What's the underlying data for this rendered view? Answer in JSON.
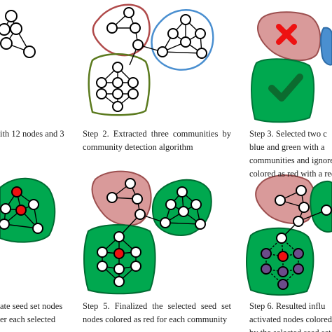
{
  "captions": {
    "step1": {
      "lines": [
        "ith 12 nodes and 3"
      ]
    },
    "step2": {
      "lines": [
        "Step 2. Extracted three communities by",
        "community detection algorithm"
      ]
    },
    "step3": {
      "lines": [
        "Step 3. Selected two c",
        "blue and green with a",
        "communities and ignore",
        "colored as red with a red"
      ]
    },
    "step4": {
      "lines": [
        "ate seed set nodes",
        "er each selected"
      ]
    },
    "step5": {
      "lines": [
        "Step 5. Finalized the selected seed set",
        "nodes colored as red for each community"
      ]
    },
    "step6": {
      "lines": [
        "Step 6. Resulted influ",
        "activated nodes colored",
        "by the selected seed set"
      ]
    }
  },
  "colors": {
    "red_community": "#d99a9a",
    "blue_community": "#4a8fd0",
    "green_community": "#00a84f",
    "olive_outline": "#5b7a1e",
    "seed_red": "#ee1111",
    "activated_purple": "#6b4c8a",
    "node_fill": "#ffffff",
    "edge": "#000000"
  },
  "icons": {
    "cross": "x-mark-icon",
    "check": "check-mark-icon"
  }
}
